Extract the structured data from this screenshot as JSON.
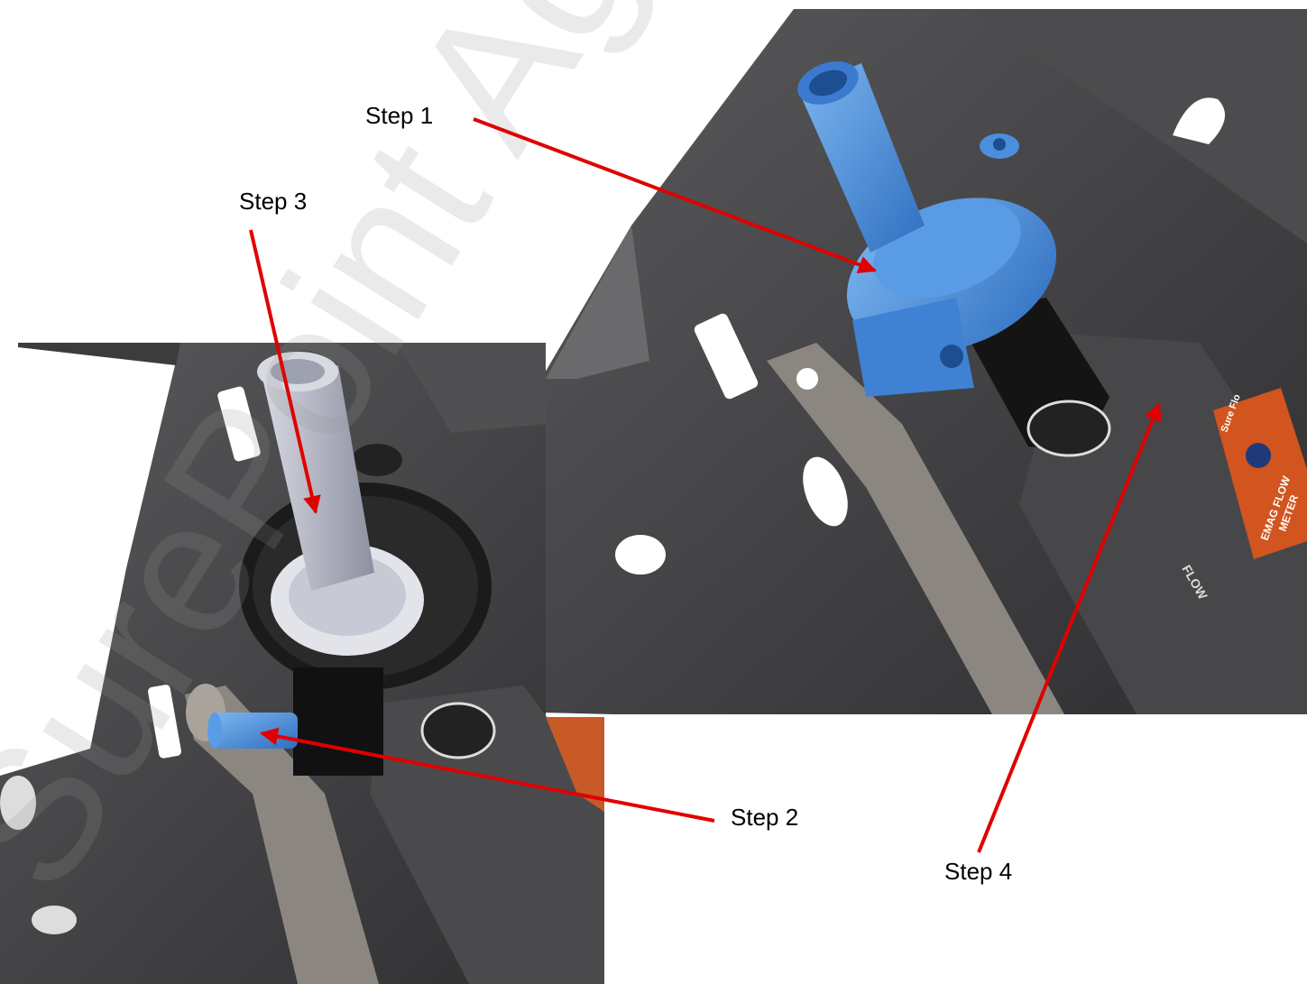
{
  "steps": {
    "step1": "Step 1",
    "step2": "Step 2",
    "step3": "Step 3",
    "step4": "Step 4"
  },
  "device_label": {
    "brand": "Sure Flo",
    "model_line1": "EMAG FLOW",
    "model_line2": "METER",
    "flow_text": "FLOW"
  },
  "watermark": "SurePoint Ag",
  "colors": {
    "arrow": "#e00000",
    "fitting_blue": "#4b8fdc",
    "fitting_silver": "#b9bcc8",
    "bracket": "#3e3e40",
    "meter_label": "#d2541e"
  }
}
